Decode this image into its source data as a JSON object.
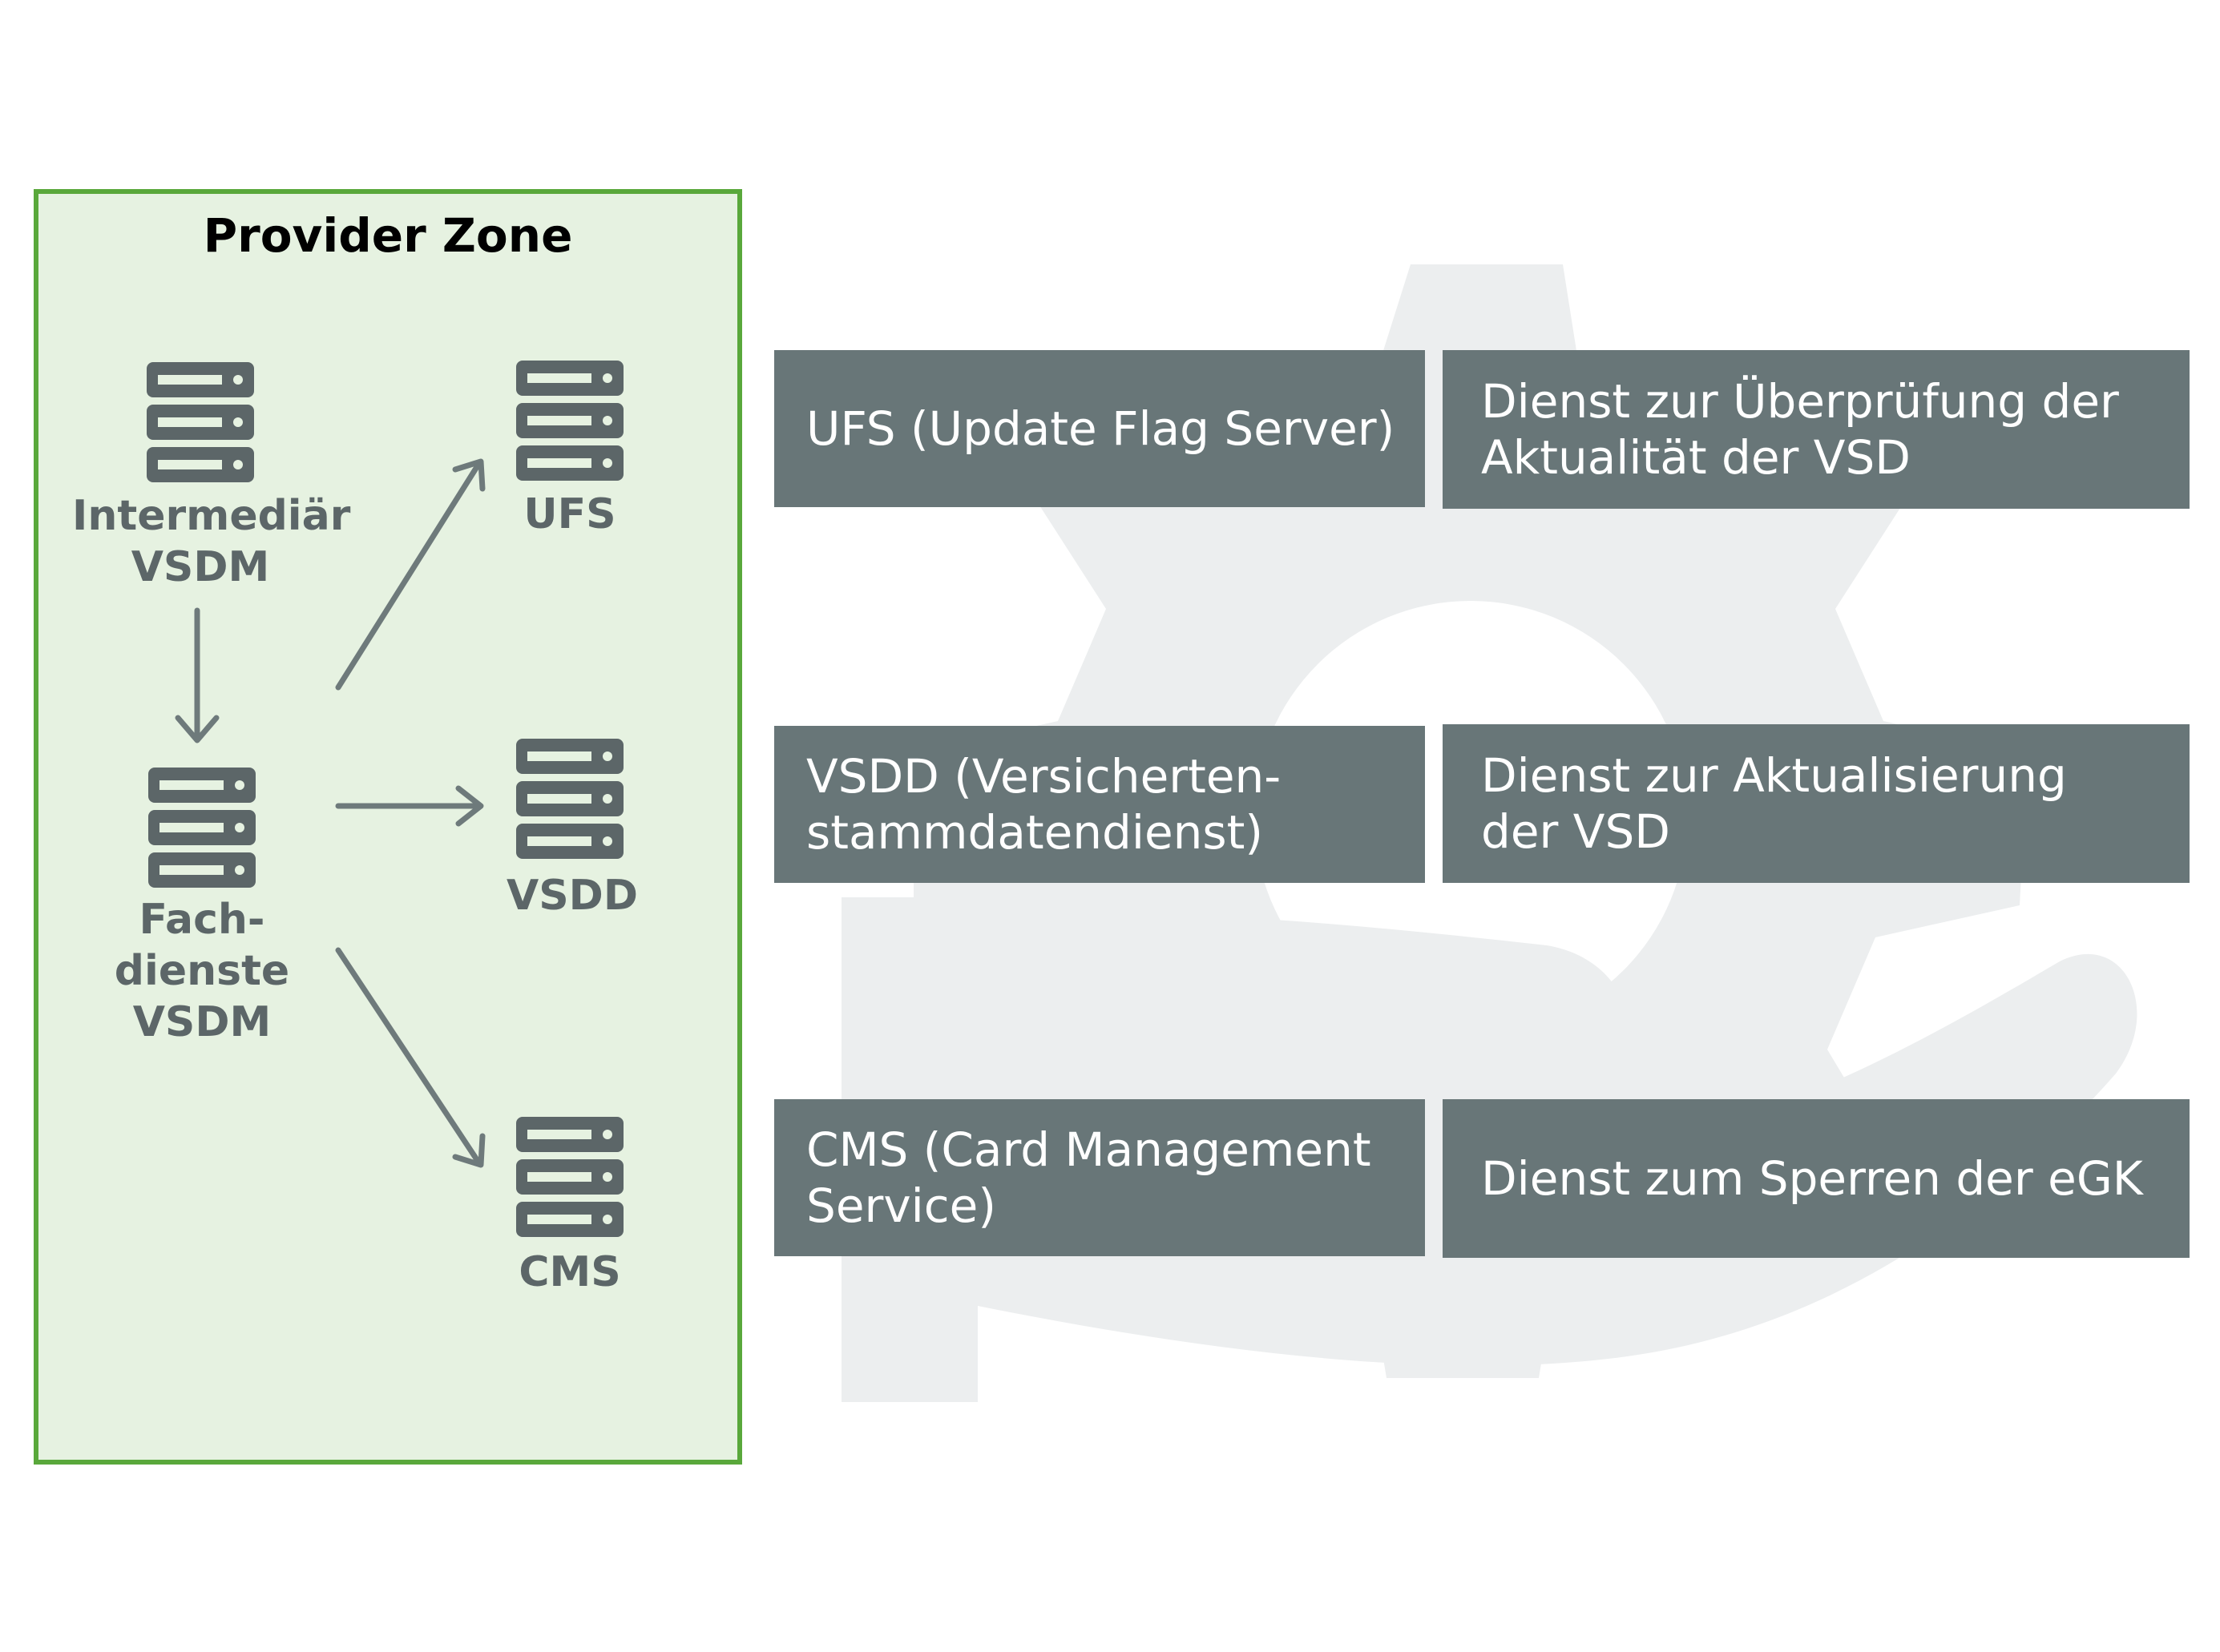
{
  "zone": {
    "title": "Provider Zone",
    "nodes": {
      "intermediaer": "Intermediär\nVSDM",
      "fachdienste": "Fach-\ndienste\nVSDM",
      "ufs": "UFS",
      "vsdd": "VSDD",
      "cms": "CMS"
    }
  },
  "services": [
    {
      "name": "UFS (Update Flag Server)",
      "description": "Dienst zur Überprüfung der\nAktualität der VSD"
    },
    {
      "name": "VSDD (Versicherten-\nstammdatendienst)",
      "description": "Dienst zur Aktualisierung\nder VSD"
    },
    {
      "name": "CMS (Card Management\nService)",
      "description": "Dienst zum Sperren der eGK"
    }
  ],
  "colors": {
    "zone_fill": "#e6f2e1",
    "zone_border": "#59a83b",
    "server_icon": "#5c6668",
    "box_fill": "#687678",
    "watermark": "#eceeef"
  }
}
